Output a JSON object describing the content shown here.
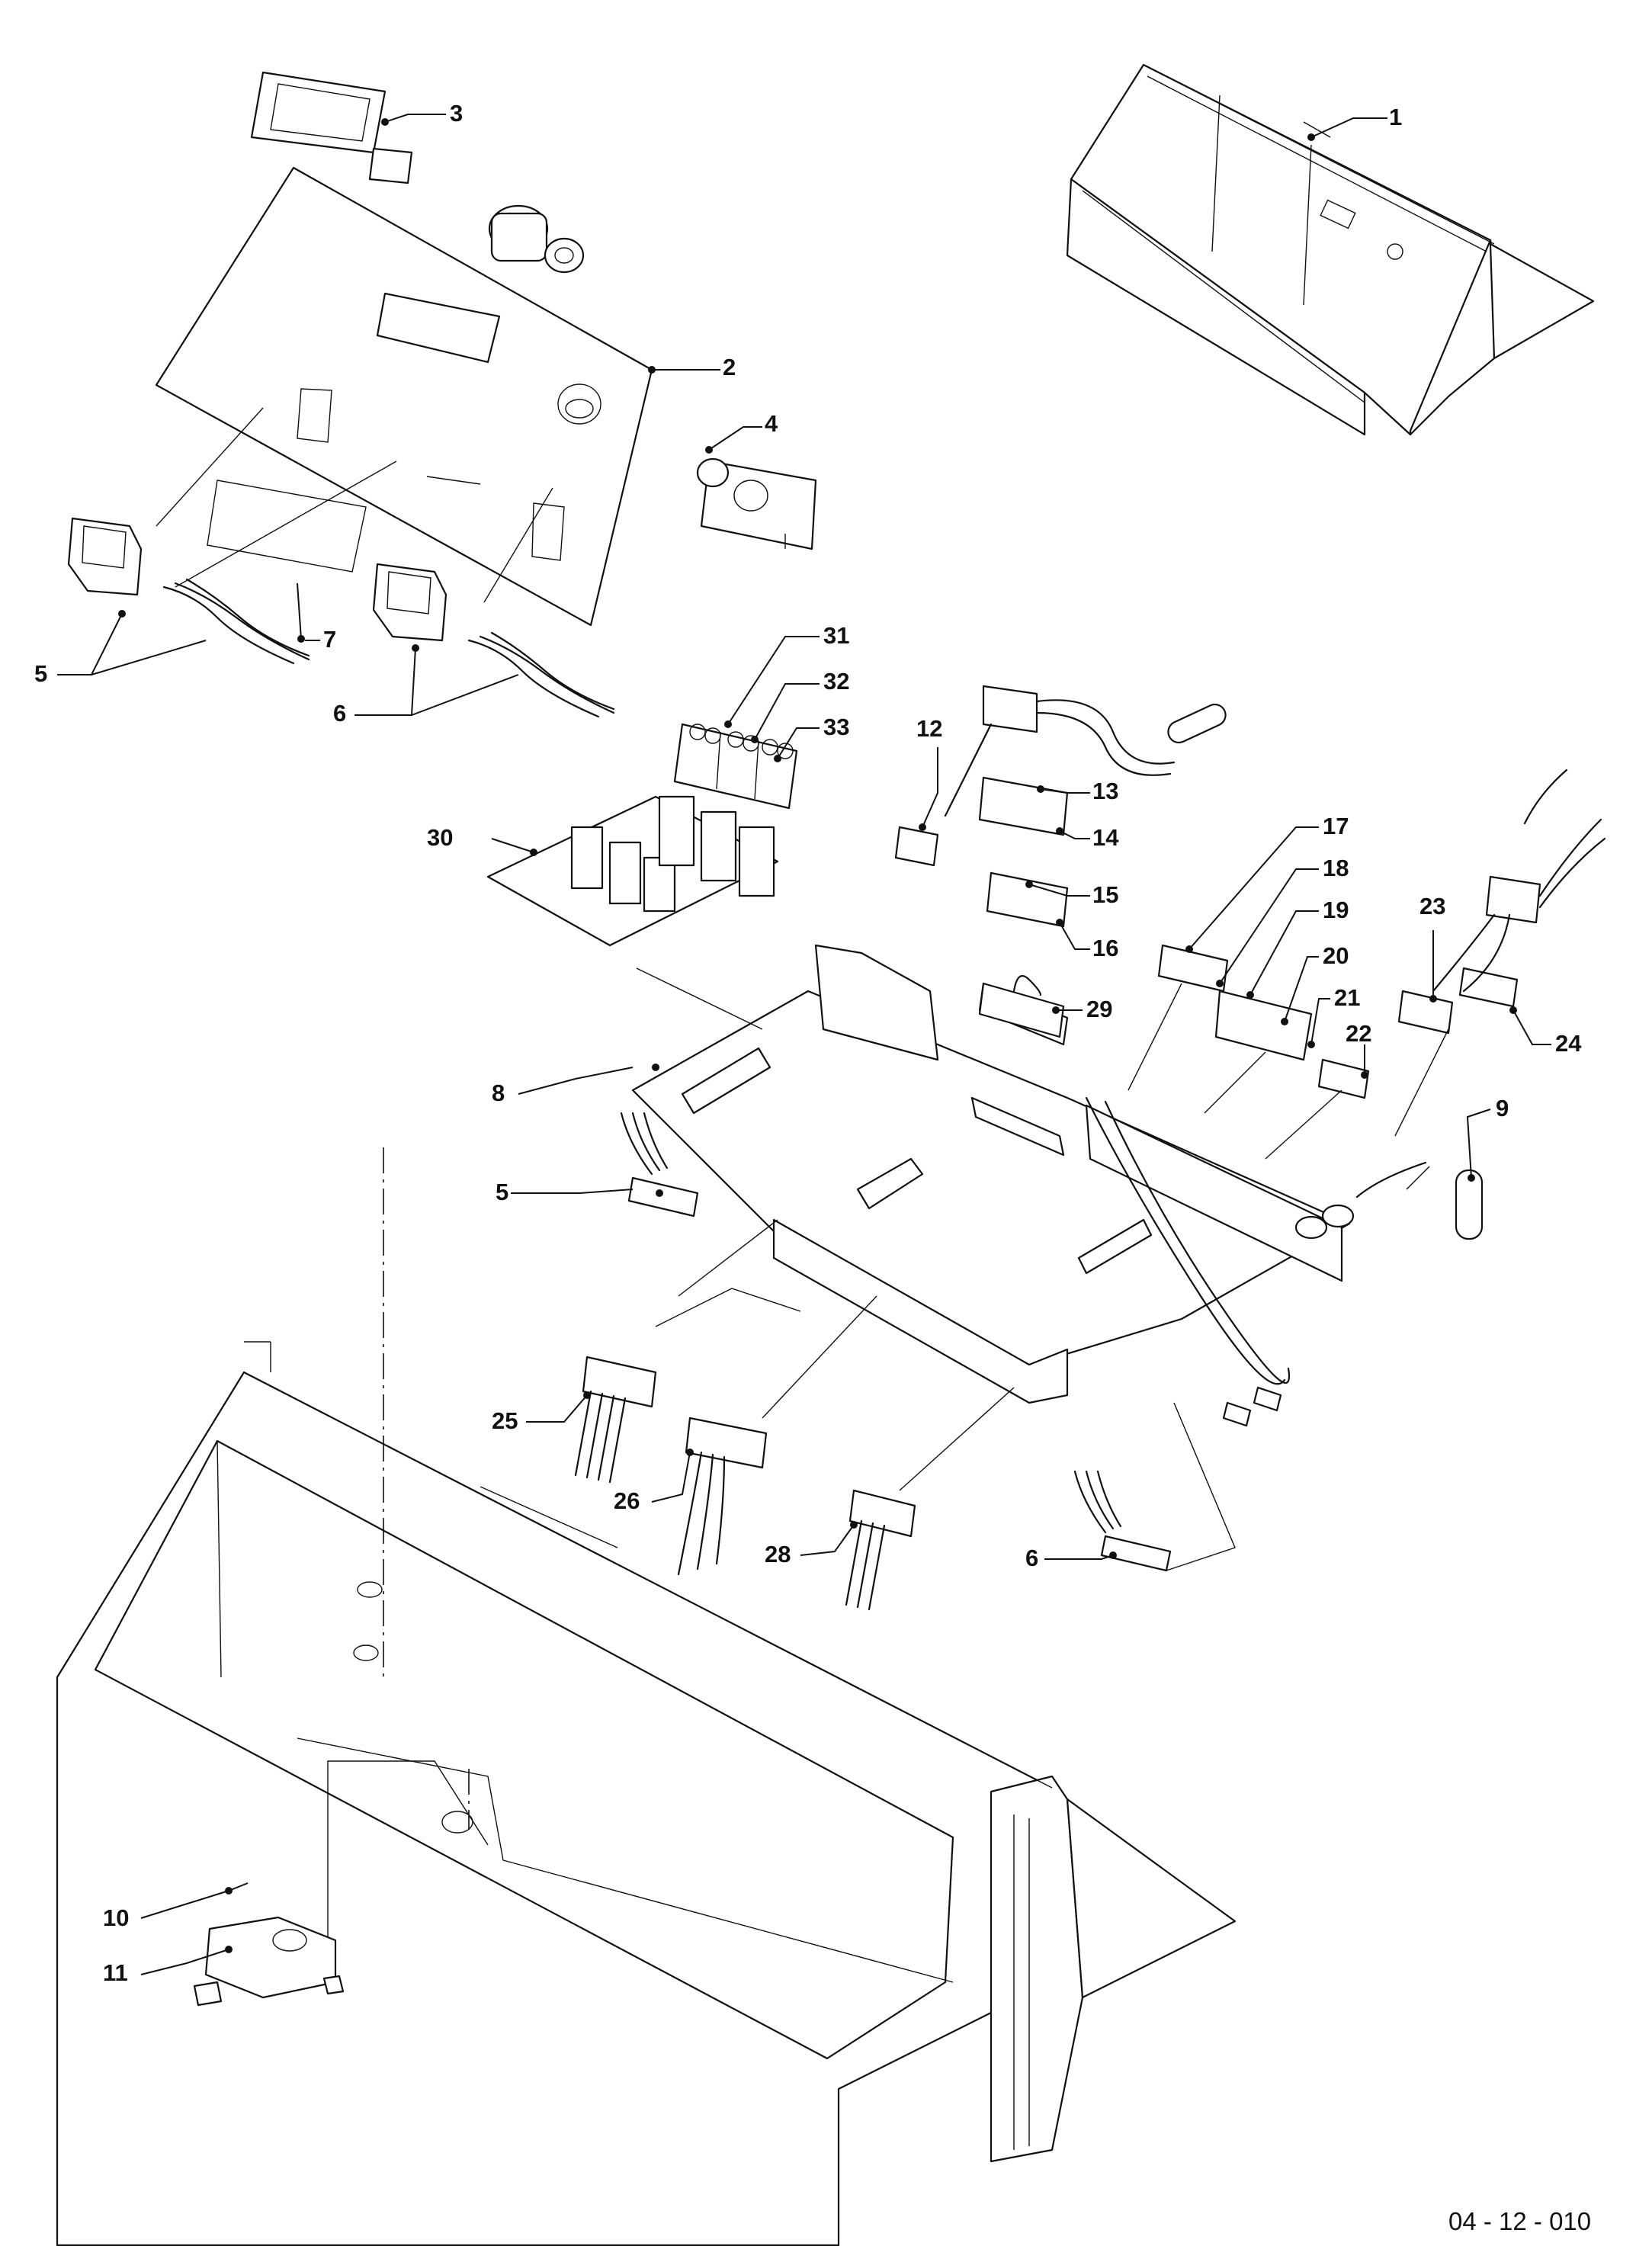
{
  "drawing": {
    "document_code": "04 - 12 - 010",
    "labels": {
      "n1": "1",
      "n2": "2",
      "n3": "3",
      "n4": "4",
      "n5a": "5",
      "n5b": "5",
      "n6a": "6",
      "n6b": "6",
      "n7": "7",
      "n8": "8",
      "n9": "9",
      "n10": "10",
      "n11": "11",
      "n12": "12",
      "n13": "13",
      "n14": "14",
      "n15": "15",
      "n16": "16",
      "n17": "17",
      "n18": "18",
      "n19": "19",
      "n20": "20",
      "n21": "21",
      "n22": "22",
      "n23": "23",
      "n24": "24",
      "n25": "25",
      "n26": "26",
      "n28": "28",
      "n29": "29",
      "n30": "30",
      "n31": "31",
      "n32": "32",
      "n33": "33"
    }
  }
}
